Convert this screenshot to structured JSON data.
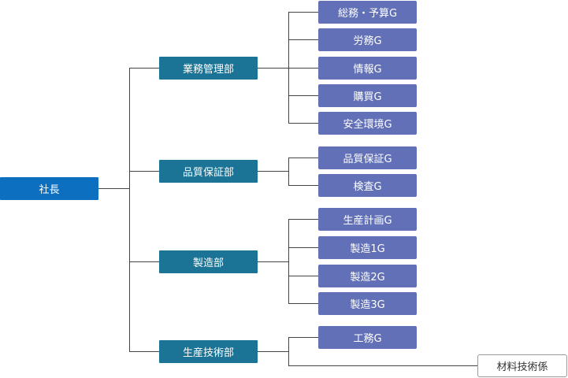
{
  "root": "社長",
  "colors": {
    "root": "#0c6fc0",
    "department": "#1b7395",
    "group": "#6270b7",
    "line": "#444444"
  },
  "departments": [
    {
      "name": "業務管理部",
      "children": [
        "総務・予算G",
        "労務G",
        "情報G",
        "購買G",
        "安全環境G"
      ]
    },
    {
      "name": "品質保証部",
      "children": [
        "品質保証G",
        "検査G"
      ]
    },
    {
      "name": "製造部",
      "children": [
        "生産計画G",
        "製造1G",
        "製造2G",
        "製造3G"
      ]
    },
    {
      "name": "生産技術部",
      "children": [
        "工務G"
      ],
      "section": "材料技術係"
    }
  ]
}
